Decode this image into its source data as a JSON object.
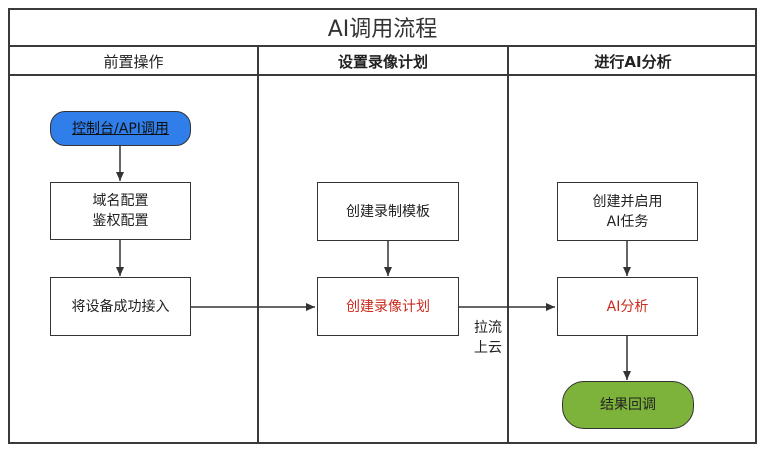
{
  "title": "AI调用流程",
  "lanes": [
    {
      "label": "前置操作"
    },
    {
      "label": "设置录像计划"
    },
    {
      "label": "进行AI分析"
    }
  ],
  "nodes": {
    "console": "控制台/API调用",
    "domain": "域名配置\n鉴权配置",
    "device": "将设备成功接入",
    "template": "创建录制模板",
    "plan": "创建录像计划",
    "task": "创建并启用\nAI任务",
    "analysis": "AI分析",
    "callback": "结果回调"
  },
  "edge_labels": {
    "stream": "拉流\n上云"
  },
  "colors": {
    "start_fill": "#2f7ee9",
    "end_fill": "#7db33a",
    "highlight_text": "#cc2a1e",
    "line": "#333333"
  }
}
